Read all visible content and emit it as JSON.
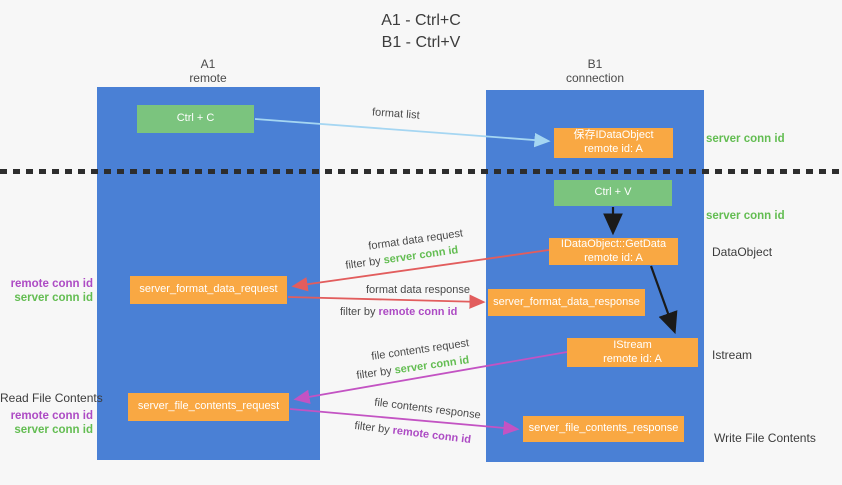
{
  "colors": {
    "lane_blue": "#4a80d5",
    "box_green": "#7bc47e",
    "box_orange": "#f9a843",
    "conn_id_green": "#63bd52",
    "conn_id_purple": "#ad4bc4",
    "arrow_red": "#e25d5d",
    "arrow_magenta": "#c353c3",
    "arrow_light_blue": "#a5d6f2",
    "arrow_black": "#1a1a1a"
  },
  "title": {
    "line1": "A1 - Ctrl+C",
    "line2": "B1 - Ctrl+V"
  },
  "lanes": {
    "left": {
      "name": "A1",
      "role": "remote"
    },
    "right": {
      "name": "B1",
      "role": "connection"
    }
  },
  "nodes": {
    "ctrl_c": {
      "label": "Ctrl + C"
    },
    "save_ido": {
      "line1": "保存IDataObject",
      "line2": "remote id: A"
    },
    "ctrl_v": {
      "label": "Ctrl + V"
    },
    "getdata": {
      "line1": "IDataObject::GetData",
      "line2": "remote id: A"
    },
    "format_request": {
      "label": "server_format_data_request"
    },
    "format_response": {
      "label": "server_format_data_response"
    },
    "istream": {
      "line1": "IStream",
      "line2": "remote id: A"
    },
    "file_request": {
      "label": "server_file_contents_request"
    },
    "file_response": {
      "label": "server_file_contents_response"
    }
  },
  "edge_labels": {
    "format_list": "format list",
    "format_data_request": "format data request",
    "format_data_response": "format data response",
    "file_contents_request": "file contents request",
    "file_contents_response": "file contents response",
    "filter_by": "filter by ",
    "server_conn_id": "server conn id",
    "remote_conn_id": "remote conn id"
  },
  "side_labels": {
    "right_server_conn_id_1": "server conn id",
    "right_server_conn_id_2": "server conn id",
    "dataobject": "DataObject",
    "istream": "Istream",
    "write_file_contents": "Write File Contents",
    "left_remote_conn_id_1": "remote conn id",
    "left_server_conn_id_1": "server conn id",
    "read_file_contents": "Read File Contents",
    "left_remote_conn_id_2": "remote conn id",
    "left_server_conn_id_2": "server conn id"
  }
}
